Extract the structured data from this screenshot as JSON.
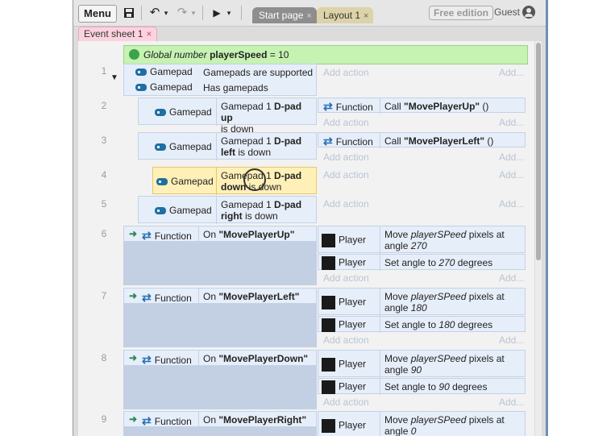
{
  "toolbar": {
    "menu_label": "Menu",
    "tabs": [
      {
        "label": "Start page",
        "close": "×"
      },
      {
        "label": "Layout 1",
        "close": "×"
      }
    ],
    "edition_badge": "Free edition",
    "user_label": "Guest"
  },
  "sheet_tab": {
    "label": "Event sheet 1",
    "close": "×"
  },
  "global_var": {
    "prefix": "Global number",
    "name": "playerSpeed",
    "suffix": "= 10"
  },
  "events": [
    {
      "number": "1",
      "conditions": [
        {
          "object": "Gamepad",
          "text": "Gamepads are supported"
        },
        {
          "object": "Gamepad",
          "text": "Has gamepads"
        }
      ],
      "add_action": "Add action",
      "add": "Add..."
    },
    {
      "number": "2",
      "object": "Gamepad",
      "cond_line1": "Gamepad 1 ",
      "cond_bold1": "D-pad up",
      "cond_line2": "is down",
      "action_object": "Function",
      "action_prefix": "Call ",
      "action_bold": "\"MovePlayerUp\"",
      "action_suffix": " ()",
      "add_action": "Add action",
      "add": "Add..."
    },
    {
      "number": "3",
      "object": "Gamepad",
      "cond_line1": "Gamepad 1 ",
      "cond_bold1": "D-pad",
      "cond_bold2": "left",
      "cond_line2": " is down",
      "action_object": "Function",
      "action_prefix": "Call ",
      "action_bold": "\"MovePlayerLeft\"",
      "action_suffix": " ()",
      "add_action": "Add action",
      "add": "Add..."
    },
    {
      "number": "4",
      "object": "Gamepad",
      "cond_line1": "Gamepad 1 ",
      "cond_bold1": "D-pad",
      "cond_bold2": "down",
      "cond_line2": " is down",
      "add_action": "Add action",
      "add": "Add..."
    },
    {
      "number": "5",
      "object": "Gamepad",
      "cond_line1": "Gamepad 1 ",
      "cond_bold1": "D-pad",
      "cond_bold2": "right",
      "cond_line2": " is down",
      "add_action": "Add action",
      "add": "Add..."
    },
    {
      "number": "6",
      "trigger": "Function",
      "on_prefix": "On ",
      "on_name": "\"MovePlayerUp\"",
      "move_text1": "Move ",
      "move_var": "playerSPeed",
      "move_text2": " pixels at",
      "angle_prefix": "angle ",
      "angle_value": "270",
      "set_prefix": "Set angle to ",
      "set_value": "270",
      "set_suffix": " degrees",
      "player": "Player",
      "add_action": "Add action",
      "add": "Add..."
    },
    {
      "number": "7",
      "trigger": "Function",
      "on_prefix": "On ",
      "on_name": "\"MovePlayerLeft\"",
      "move_text1": "Move ",
      "move_var": "playerSPeed",
      "move_text2": " pixels at",
      "angle_prefix": "angle ",
      "angle_value": "180",
      "set_prefix": "Set angle to ",
      "set_value": "180",
      "set_suffix": " degrees",
      "player": "Player",
      "add_action": "Add action",
      "add": "Add..."
    },
    {
      "number": "8",
      "trigger": "Function",
      "on_prefix": "On ",
      "on_name": "\"MovePlayerDown\"",
      "move_text1": "Move ",
      "move_var": "playerSPeed",
      "move_text2": " pixels at",
      "angle_prefix": "angle ",
      "angle_value": "90",
      "set_prefix": "Set angle to ",
      "set_value": "90",
      "set_suffix": " degrees",
      "player": "Player",
      "add_action": "Add action",
      "add": "Add..."
    },
    {
      "number": "9",
      "trigger": "Function",
      "on_prefix": "On ",
      "on_name": "\"MovePlayerRight\"",
      "move_text1": "Move ",
      "move_var": "playerSPeed",
      "move_text2": " pixels at",
      "angle_prefix": "angle ",
      "angle_value": "0",
      "player": "Player"
    }
  ]
}
